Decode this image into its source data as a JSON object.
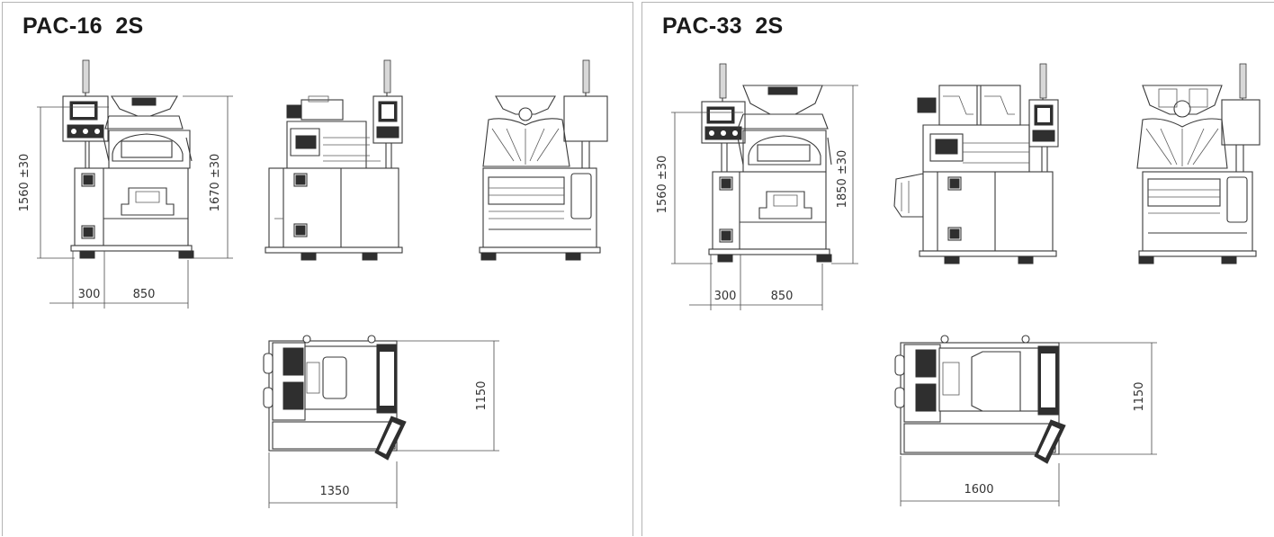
{
  "panels": [
    {
      "title": "PAC-16  2S",
      "dims": {
        "height_a": "1560 ±30",
        "height_b": "1670 ±30",
        "offset": "300",
        "width_front": "850",
        "depth": "1150",
        "length": "1350"
      }
    },
    {
      "title": "PAC-33  2S",
      "dims": {
        "height_a": "1560 ±30",
        "height_b": "1850 ±30",
        "offset": "300",
        "width_front": "850",
        "depth": "1150",
        "length": "1600"
      }
    }
  ]
}
